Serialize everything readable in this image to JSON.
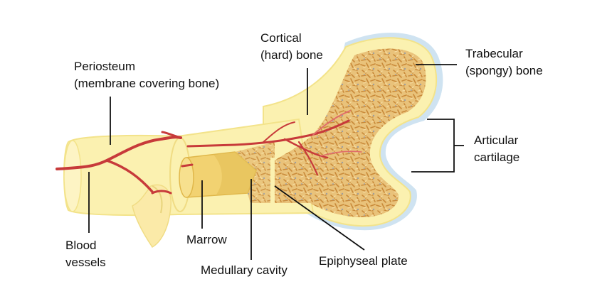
{
  "colors": {
    "background": "#ffffff",
    "cortical": "#fbf1b0",
    "cortical_edge": "#f3e38a",
    "spongy_fill": "#e9c27a",
    "spongy_dark": "#c98a3a",
    "spongy_light": "#f6dca0",
    "marrow": "#f2d271",
    "marrow_dark": "#e0b74a",
    "cartilage": "#cfe3f1",
    "vessel": "#c73a3a",
    "vessel_light": "#e06a6a",
    "leader": "#111111"
  },
  "labels": {
    "periosteum": [
      "Periosteum",
      "(membrane covering bone)"
    ],
    "cortical": [
      "Cortical",
      "(hard) bone"
    ],
    "trabecular": [
      "Trabecular",
      "(spongy) bone"
    ],
    "articular": [
      "Articular",
      "cartilage"
    ],
    "blood_vessels": [
      "Blood",
      "vessels"
    ],
    "marrow": [
      "Marrow"
    ],
    "medullary_cavity": [
      "Medullary cavity"
    ],
    "epiphyseal_plate": [
      "Epiphyseal plate"
    ]
  }
}
